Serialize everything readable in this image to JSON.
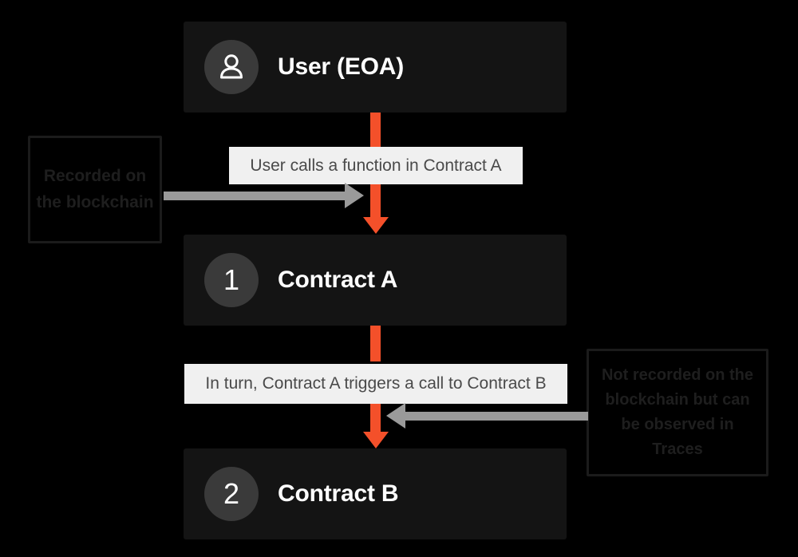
{
  "diagram": {
    "background_color": "#000000",
    "accent_color": "#F4502A",
    "node_color": "#141414",
    "chip_color": "#F0F0F0",
    "gray_arrow_color": "#9A9A9A",
    "nodes": [
      {
        "id": "user",
        "badge": "person-icon",
        "label": "User (EOA)"
      },
      {
        "id": "contract-a",
        "badge": "1",
        "label": "Contract A"
      },
      {
        "id": "contract-b",
        "badge": "2",
        "label": "Contract B"
      }
    ],
    "edge_labels": [
      {
        "id": "edge-1",
        "text": "User calls a function in Contract A"
      },
      {
        "id": "edge-2",
        "text": "In turn, Contract A triggers a call to Contract B"
      }
    ],
    "notes": [
      {
        "id": "note-left",
        "text": "Recorded on the blockchain"
      },
      {
        "id": "note-right",
        "text": "Not recorded on the blockchain but can be observed in Traces"
      }
    ]
  }
}
